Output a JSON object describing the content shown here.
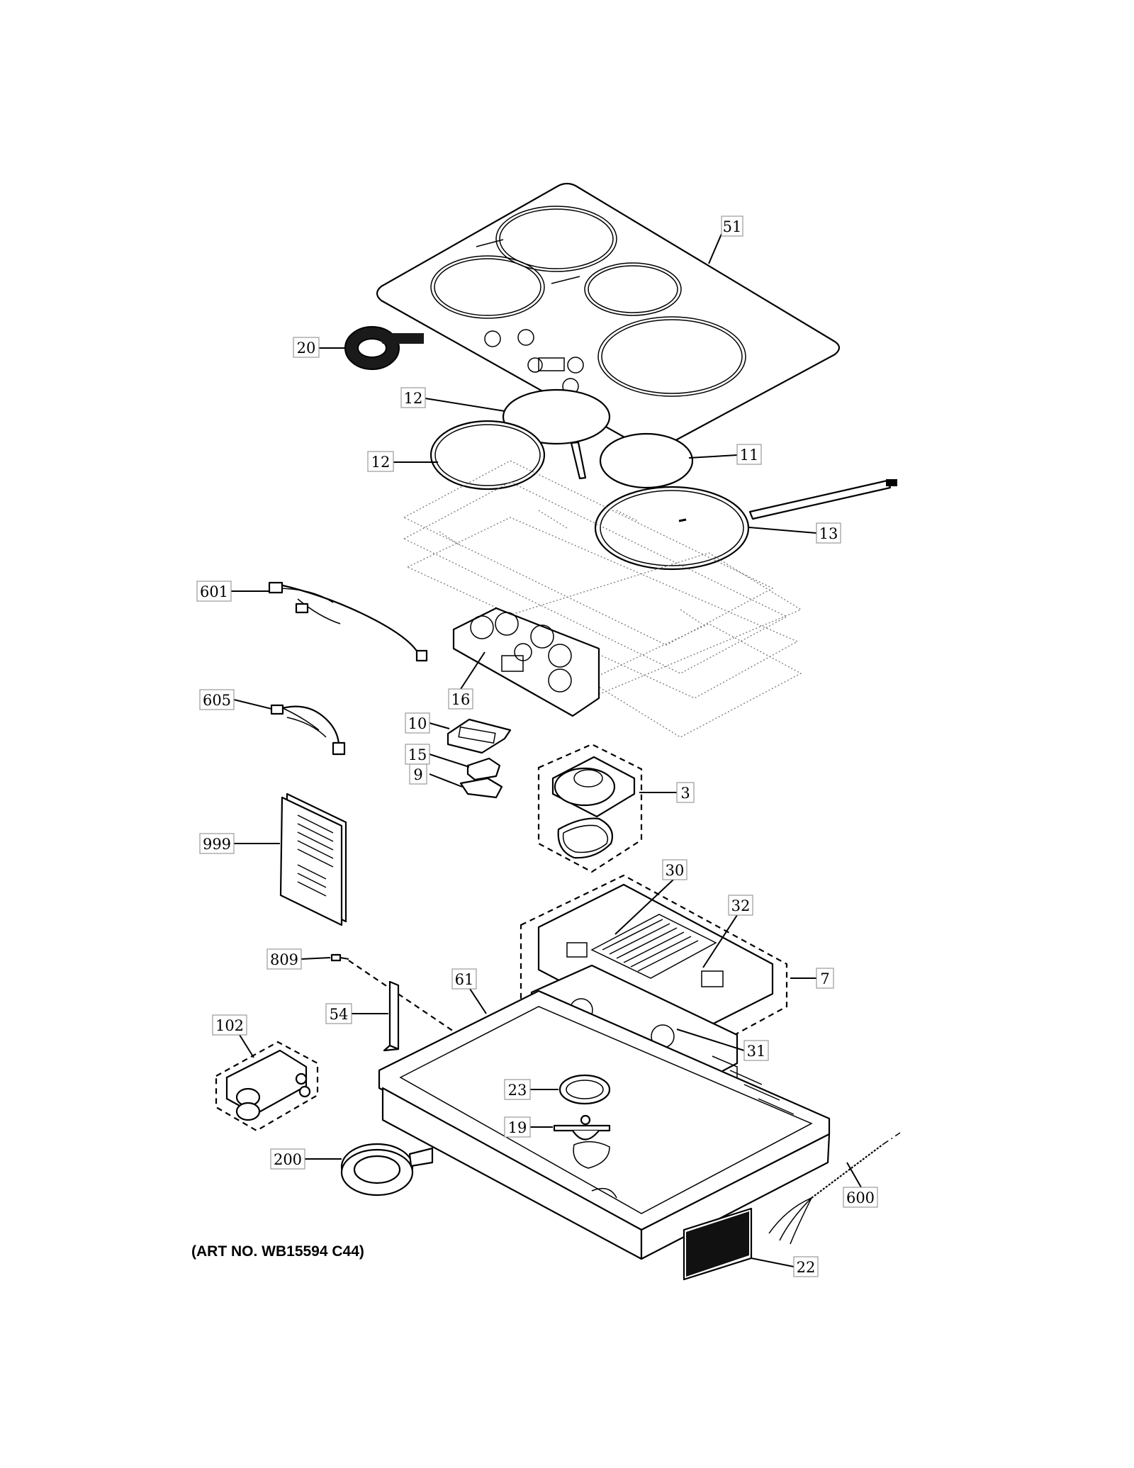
{
  "diagram": {
    "art_number": "(ART NO. WB15594 C44)",
    "callouts": [
      {
        "id": "c51",
        "label": "51"
      },
      {
        "id": "c20",
        "label": "20"
      },
      {
        "id": "c12a",
        "label": "12"
      },
      {
        "id": "c12b",
        "label": "12"
      },
      {
        "id": "c11",
        "label": "11"
      },
      {
        "id": "c13",
        "label": "13"
      },
      {
        "id": "c601",
        "label": "601"
      },
      {
        "id": "c16",
        "label": "16"
      },
      {
        "id": "c605",
        "label": "605"
      },
      {
        "id": "c10",
        "label": "10"
      },
      {
        "id": "c15",
        "label": "15"
      },
      {
        "id": "c9",
        "label": "9"
      },
      {
        "id": "c3",
        "label": "3"
      },
      {
        "id": "c999",
        "label": "999"
      },
      {
        "id": "c30",
        "label": "30"
      },
      {
        "id": "c32",
        "label": "32"
      },
      {
        "id": "c809",
        "label": "809"
      },
      {
        "id": "c61",
        "label": "61"
      },
      {
        "id": "c7",
        "label": "7"
      },
      {
        "id": "c54",
        "label": "54"
      },
      {
        "id": "c102",
        "label": "102"
      },
      {
        "id": "c31",
        "label": "31"
      },
      {
        "id": "c23",
        "label": "23"
      },
      {
        "id": "c19",
        "label": "19"
      },
      {
        "id": "c200",
        "label": "200"
      },
      {
        "id": "c600",
        "label": "600"
      },
      {
        "id": "c22",
        "label": "22"
      }
    ]
  }
}
